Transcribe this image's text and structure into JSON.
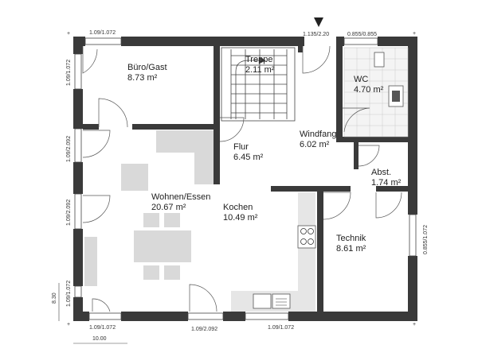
{
  "rooms": [
    {
      "name": "Büro/Gast",
      "area": "8.73 m²"
    },
    {
      "name": "Treppe",
      "area": "2.11 m²"
    },
    {
      "name": "WC",
      "area": "4.70 m²"
    },
    {
      "name": "Windfang",
      "area": "6.02 m²"
    },
    {
      "name": "Flur",
      "area": "6.45 m²"
    },
    {
      "name": "Abst.",
      "area": "1.74 m²"
    },
    {
      "name": "Wohnen/Essen",
      "area": "20.67 m²"
    },
    {
      "name": "Kochen",
      "area": "10.49 m²"
    },
    {
      "name": "Technik",
      "area": "8.61 m²"
    }
  ],
  "dimensions": {
    "top_left": "1.09/1.072",
    "top_entry": "1.135/2.20",
    "top_right": "0.855/0.855",
    "left_upper": "1.09/1.072",
    "left_mid1": "1.09/2.092",
    "left_mid2": "1.09/2.092",
    "left_lower": "1.09/1.072",
    "right_side": "0.855/1.072",
    "bottom_left": "1.09/1.072",
    "bottom_mid": "1.09/2.092",
    "bottom_right": "1.09/1.072",
    "overall_width": "10.00",
    "overall_height": "8.30"
  }
}
